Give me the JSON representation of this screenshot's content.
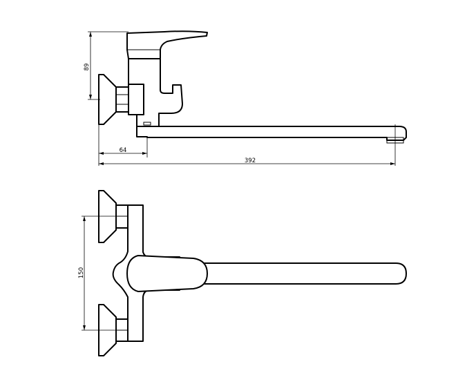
{
  "dimensions": {
    "height_top": "89",
    "offset_wall": "64",
    "spout_length": "392",
    "center_distance": "150"
  },
  "colors": {
    "line": "#000000",
    "background": "#ffffff"
  }
}
